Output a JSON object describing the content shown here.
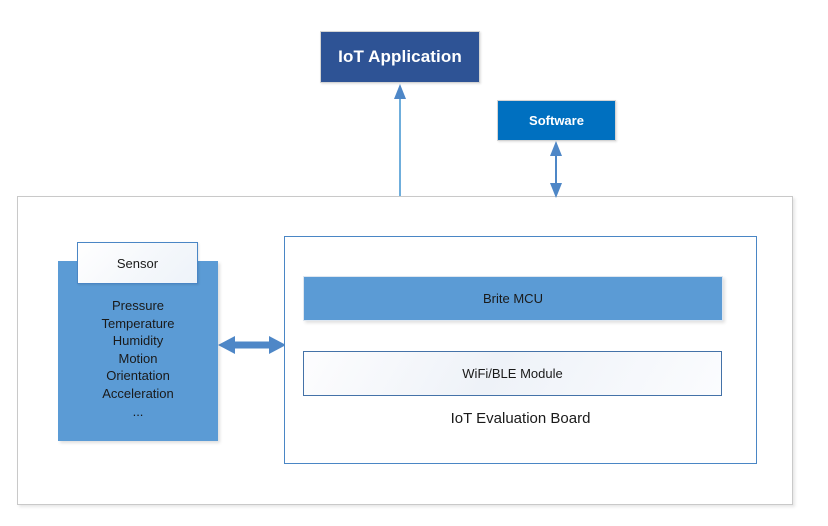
{
  "diagram": {
    "title_boxes": {
      "iot_application": "IoT Application",
      "software": "Software"
    },
    "sensor": {
      "card_label": "Sensor",
      "capabilities": [
        "Pressure",
        "Temperature",
        "Humidity",
        "Motion",
        "Orientation",
        "Acceleration",
        "..."
      ]
    },
    "board": {
      "caption": "IoT Evaluation Board",
      "mcu_label": "Brite MCU",
      "wifi_label": "WiFi/BLE Module"
    },
    "connectors": [
      {
        "name": "board-to-iot-application",
        "direction": "up",
        "heads": 1
      },
      {
        "name": "board-to-software",
        "direction": "vertical",
        "heads": 2
      },
      {
        "name": "sensor-to-board",
        "direction": "horizontal",
        "heads": 2
      }
    ],
    "colors": {
      "iot_application_fill": "#2E5395",
      "software_fill": "#0070C0",
      "sensor_fill": "#5B9BD5",
      "mcu_fill": "#5B9BD5",
      "board_border": "#4A86C5",
      "container_border": "#C9C9C9",
      "arrow": "#4E87C7",
      "arrow_light": "#6FAEDC",
      "text": "#1A1A1A",
      "box_text": "#FFFFFF"
    }
  }
}
